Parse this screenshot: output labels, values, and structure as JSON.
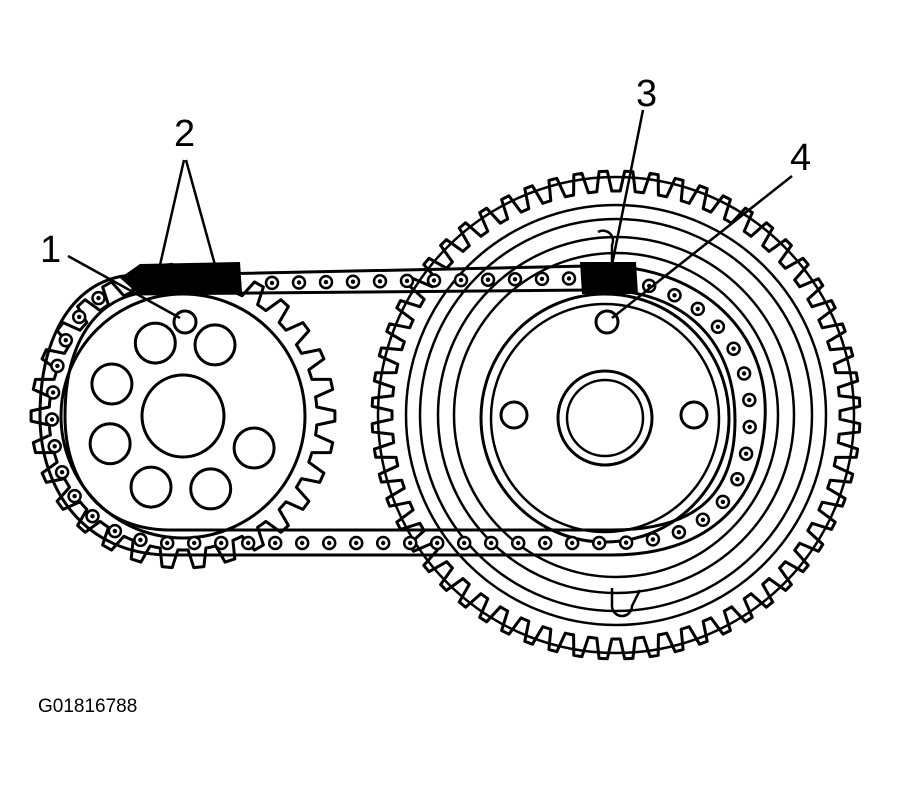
{
  "callouts": {
    "c1": "1",
    "c2": "2",
    "c3": "3",
    "c4": "4"
  },
  "figure_id": "G01816788",
  "colors": {
    "ink": "#000000",
    "paper": "#ffffff"
  },
  "cam_sprocket": {
    "teeth": 60
  },
  "crank_sprocket": {
    "teeth": 30
  },
  "crank_holes": {
    "count": 7
  }
}
